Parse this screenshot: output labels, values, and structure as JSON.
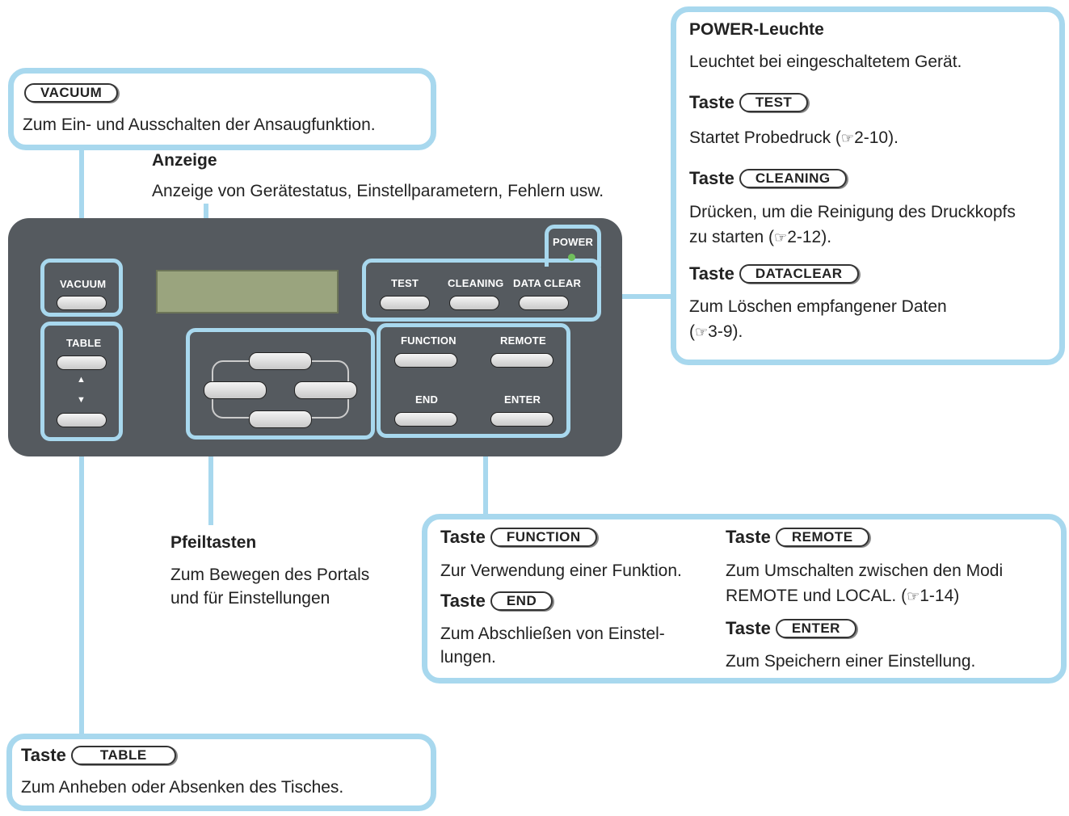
{
  "vacuum": {
    "key": "VACUUM",
    "desc": "Zum Ein- und Ausschalten der Ansaugfunktion."
  },
  "anzeige": {
    "title": "Anzeige",
    "desc": "Anzeige von Gerätestatus, Einstellparametern, Fehlern usw."
  },
  "power": {
    "title": "POWER-Leuchte",
    "desc": "Leuchtet bei eingeschaltetem Gerät.",
    "test": {
      "taste": "Taste",
      "key": "TEST",
      "desc": "Startet Probedruck (",
      "ref": "2-10",
      "close": ")."
    },
    "cleaning": {
      "taste": "Taste",
      "key": "CLEANING",
      "desc1": "Drücken, um die Reinigung des Druckkopfs",
      "desc2": "zu starten (",
      "ref": "2-12",
      "close": ")."
    },
    "dataclear": {
      "taste": "Taste",
      "key": "DATACLEAR",
      "desc1": "Zum Löschen empfangener Daten",
      "desc2": "(",
      "ref": "3-9",
      "close": ")."
    }
  },
  "panel": {
    "vacuum": "VACUUM",
    "table": "TABLE",
    "test": "TEST",
    "cleaning": "CLEANING",
    "dataclear": "DATA CLEAR",
    "power": "POWER",
    "function": "FUNCTION",
    "remote": "REMOTE",
    "end": "END",
    "enter": "ENTER",
    "up": "▲",
    "down": "▼"
  },
  "pfeil": {
    "title": "Pfeiltasten",
    "desc1": "Zum Bewegen des Portals",
    "desc2": "und für Einstellungen"
  },
  "function_box": {
    "function": {
      "taste": "Taste",
      "key": "FUNCTION",
      "desc": "Zur Verwendung einer Funktion."
    },
    "end": {
      "taste": "Taste",
      "key": "END",
      "desc1": "Zum Abschließen von Einstel-",
      "desc2": "lungen."
    },
    "remote": {
      "taste": "Taste",
      "key": "REMOTE",
      "desc1": "Zum Umschalten zwischen den Modi",
      "desc2": "REMOTE und LOCAL. (",
      "ref": "1-14",
      "close": ")"
    },
    "enter": {
      "taste": "Taste",
      "key": "ENTER",
      "desc": "Zum Speichern einer Einstellung."
    }
  },
  "table": {
    "taste": "Taste",
    "key": "TABLE",
    "desc": "Zum Anheben oder Absenken des Tisches."
  },
  "colors": {
    "callout": "#a8d8ee",
    "panel": "#555a5f",
    "lcd": "#9aa47e"
  }
}
